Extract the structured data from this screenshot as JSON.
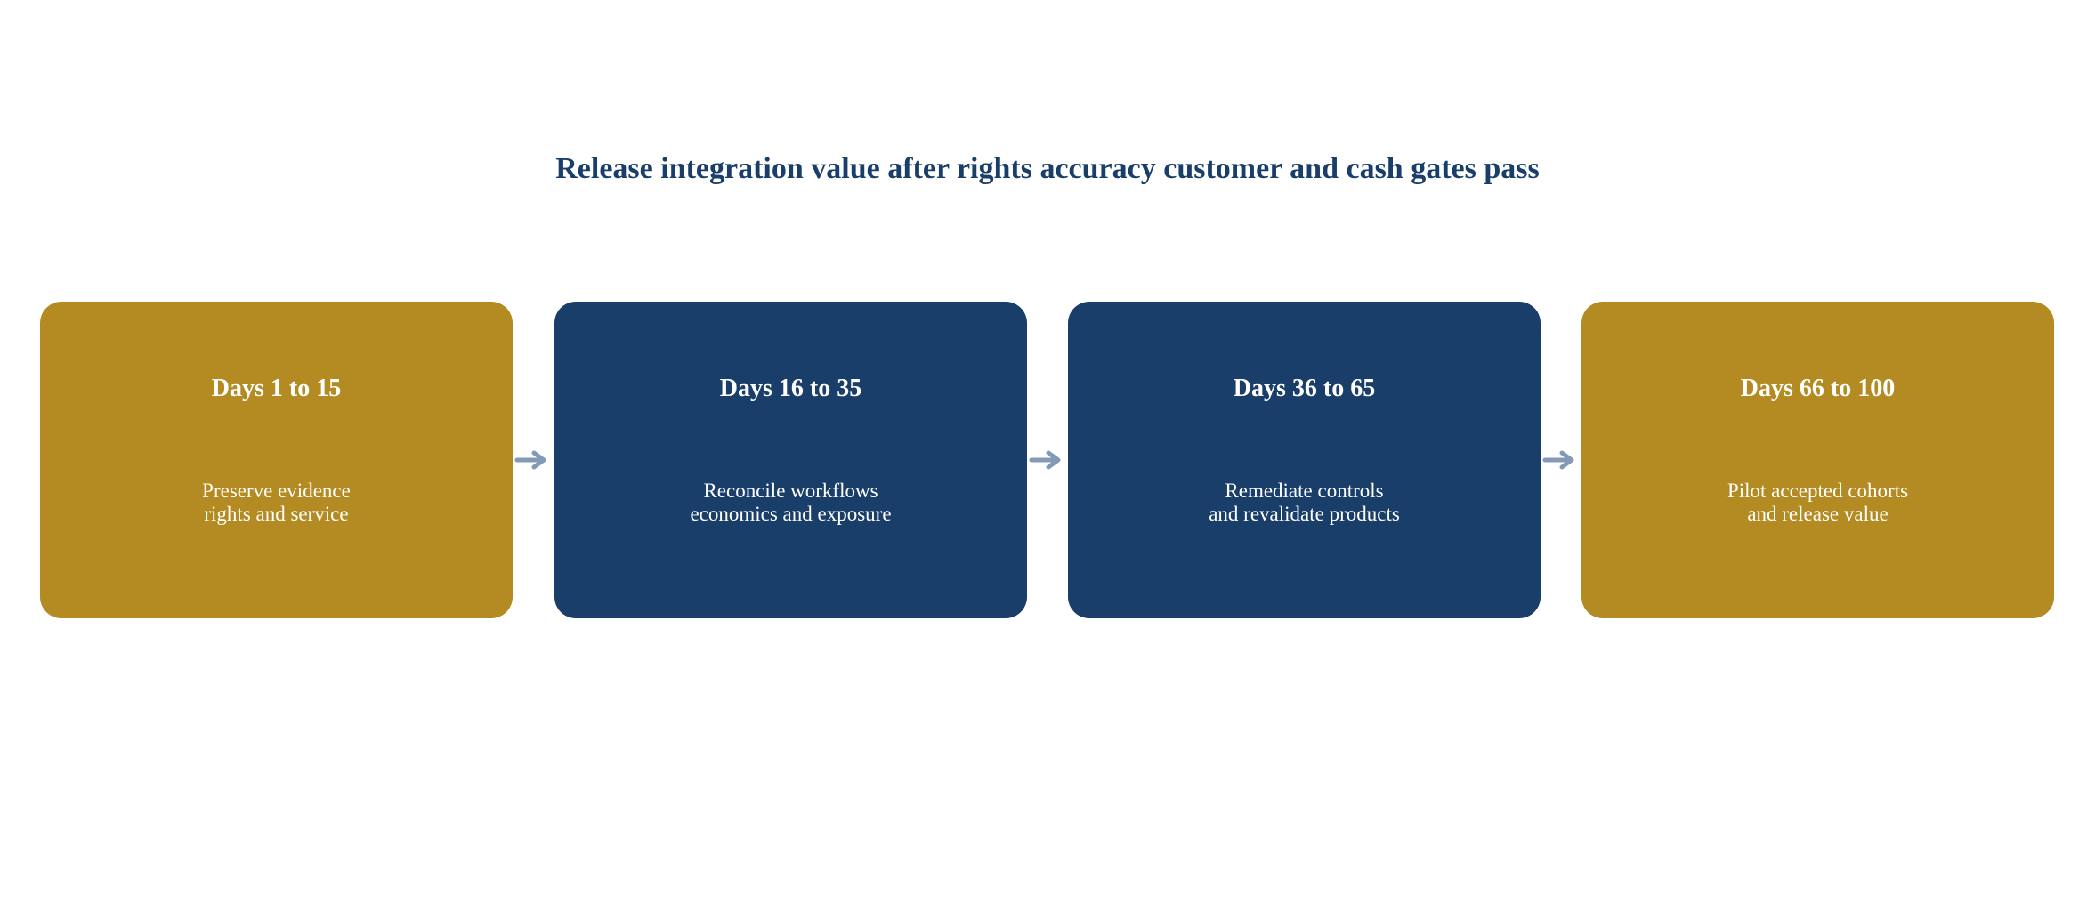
{
  "title": "Release integration value after rights accuracy customer and cash gates pass",
  "colors": {
    "gold": "#b38b22",
    "navy": "#1a3e6a",
    "arrow": "#8399b8",
    "text_on_box": "#ffffff"
  },
  "phases": [
    {
      "heading": "Days 1 to 15",
      "lines": [
        "Preserve evidence",
        "rights and service"
      ],
      "color": "#b38b22"
    },
    {
      "heading": "Days 16 to 35",
      "lines": [
        "Reconcile workflows",
        "economics and exposure"
      ],
      "color": "#1a3e6a"
    },
    {
      "heading": "Days 36 to 65",
      "lines": [
        "Remediate controls",
        "and revalidate products"
      ],
      "color": "#1a3e6a"
    },
    {
      "heading": "Days 66 to 100",
      "lines": [
        "Pilot accepted cohorts",
        "and release value"
      ],
      "color": "#b38b22"
    }
  ],
  "connectors": [
    {
      "icon": "arrow-right-icon"
    },
    {
      "icon": "arrow-right-icon"
    },
    {
      "icon": "arrow-right-icon"
    }
  ]
}
